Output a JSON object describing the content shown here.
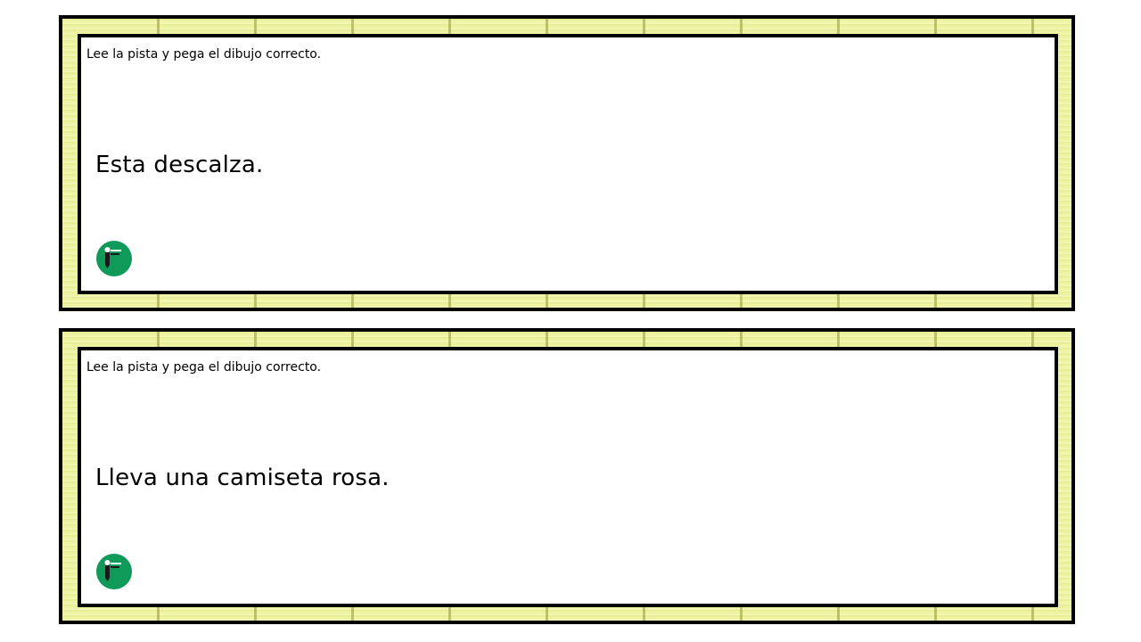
{
  "cards": [
    {
      "instruction": "Lee la pista y pega el dibujo correcto.",
      "clue": "Esta descalza.",
      "logo_icon": "pencil-logo-icon"
    },
    {
      "instruction": "Lee la pista y pega el dibujo correcto.",
      "clue": "Lleva una camiseta rosa.",
      "logo_icon": "pencil-logo-icon"
    }
  ],
  "colors": {
    "wood_background": "#eef3a0",
    "border": "#000000",
    "logo_green": "#0f9a5a"
  }
}
